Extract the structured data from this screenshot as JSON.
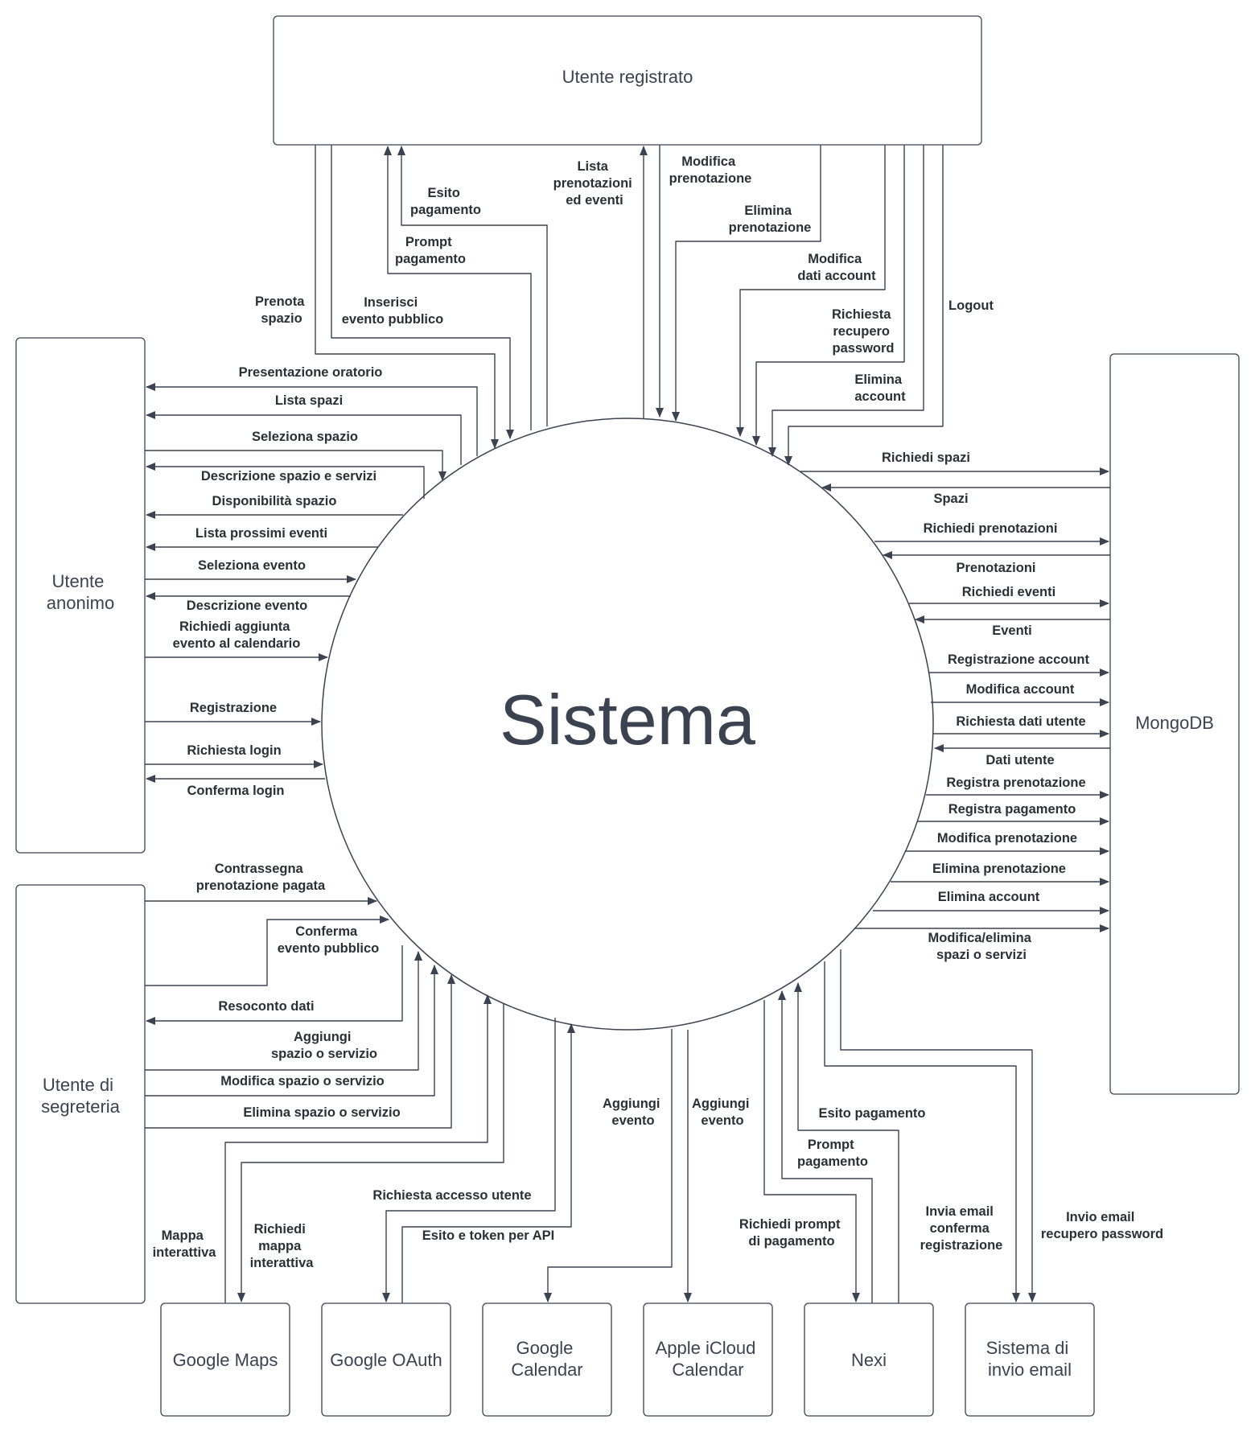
{
  "entities": {
    "utente_registrato": "Utente registrato",
    "utente_anonimo": [
      "Utente",
      "anonimo"
    ],
    "mongodb": "MongoDB",
    "utente_segreteria": [
      "Utente di",
      "segreteria"
    ],
    "google_maps": "Google Maps",
    "google_oauth": "Google OAuth",
    "google_calendar": [
      "Google",
      "Calendar"
    ],
    "apple_icloud": [
      "Apple iCloud",
      "Calendar"
    ],
    "nexi": "Nexi",
    "sistema_email": [
      "Sistema di",
      "invio email"
    ]
  },
  "system": "Sistema",
  "flows": {
    "registrato": {
      "prenota_spazio": [
        "Prenota",
        "spazio"
      ],
      "inserisci_evento": [
        "Inserisci",
        "evento pubblico"
      ],
      "prompt_pagamento": [
        "Prompt",
        "pagamento"
      ],
      "esito_pagamento": [
        "Esito",
        "pagamento"
      ],
      "lista_prenotazioni": [
        "Lista",
        "prenotazioni",
        "ed eventi"
      ],
      "modifica_prenotazione": [
        "Modifica",
        "prenotazione"
      ],
      "elimina_prenotazione": [
        "Elimina",
        "prenotazione"
      ],
      "modifica_account": [
        "Modifica",
        "dati account"
      ],
      "recupero_password": [
        "Richiesta",
        "recupero",
        "password"
      ],
      "elimina_account": [
        "Elimina",
        "account"
      ],
      "logout": "Logout"
    },
    "anonimo": {
      "presentazione": "Presentazione oratorio",
      "lista_spazi": "Lista spazi",
      "seleziona_spazio": "Seleziona spazio",
      "descrizione_spazio": "Descrizione spazio e servizi",
      "disponibilita": "Disponibilità spazio",
      "lista_eventi": "Lista prossimi eventi",
      "seleziona_evento": "Seleziona evento",
      "descrizione_evento": "Descrizione evento",
      "richiedi_aggiunta": [
        "Richiedi aggiunta",
        "evento al calendario"
      ],
      "registrazione": "Registrazione",
      "richiesta_login": "Richiesta login",
      "conferma_login": "Conferma login"
    },
    "mongodb": {
      "richiedi_spazi": "Richiedi spazi",
      "spazi": "Spazi",
      "richiedi_prenotazioni": "Richiedi prenotazioni",
      "prenotazioni": "Prenotazioni",
      "richiedi_eventi": "Richiedi eventi",
      "eventi": "Eventi",
      "registrazione_account": "Registrazione account",
      "modifica_account": "Modifica account",
      "richiesta_dati": "Richiesta dati utente",
      "dati_utente": "Dati utente",
      "registra_prenotazione": "Registra prenotazione",
      "registra_pagamento": "Registra pagamento",
      "modifica_prenotazione": "Modifica prenotazione",
      "elimina_prenotazione": "Elimina prenotazione",
      "elimina_account": "Elimina account",
      "modifica_spazi": [
        "Modifica/elimina",
        "spazi o servizi"
      ]
    },
    "segreteria": {
      "contrassegna": [
        "Contrassegna",
        "prenotazione pagata"
      ],
      "conferma_evento": [
        "Conferma",
        "evento pubblico"
      ],
      "resoconto": "Resoconto dati",
      "aggiungi_spazio": [
        "Aggiungi",
        "spazio o servizio"
      ],
      "modifica_spazio": "Modifica spazio o servizio",
      "elimina_spazio": "Elimina spazio o servizio"
    },
    "bottom": {
      "mappa": [
        "Mappa",
        "interattiva"
      ],
      "richiedi_mappa": [
        "Richiedi",
        "mappa",
        "interattiva"
      ],
      "accesso_utente": "Richiesta accesso utente",
      "esito_token": "Esito e token per API",
      "aggiungi_evento_g": [
        "Aggiungi",
        "evento"
      ],
      "aggiungi_evento_a": [
        "Aggiungi",
        "evento"
      ],
      "richiedi_prompt": [
        "Richiedi prompt",
        "di pagamento"
      ],
      "prompt_pagamento": [
        "Prompt",
        "pagamento"
      ],
      "esito_pagamento": "Esito pagamento",
      "email_conferma": [
        "Invia email",
        "conferma",
        "registrazione"
      ],
      "email_recupero": [
        "Invio email",
        "recupero password"
      ]
    }
  }
}
